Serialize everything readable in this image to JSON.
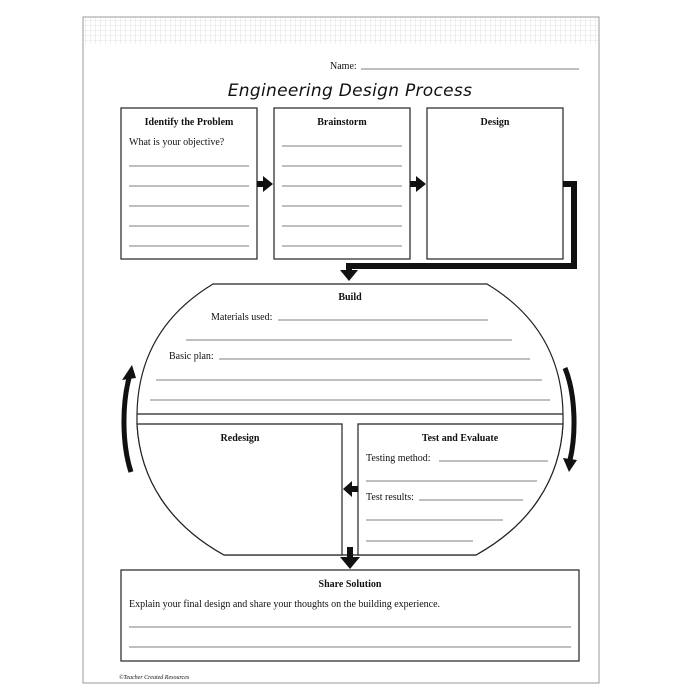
{
  "worksheet": {
    "name_label": "Name:",
    "title": "Engineering Design Process",
    "identify": {
      "heading": "Identify the Problem",
      "prompt": "What is your objective?"
    },
    "brainstorm": {
      "heading": "Brainstorm"
    },
    "design": {
      "heading": "Design"
    },
    "build": {
      "heading": "Build",
      "materials_label": "Materials used:",
      "plan_label": "Basic plan:"
    },
    "redesign": {
      "heading": "Redesign"
    },
    "test": {
      "heading": "Test and Evaluate",
      "method_label": "Testing method:",
      "results_label": "Test results:"
    },
    "share": {
      "heading": "Share Solution",
      "prompt": "Explain your final design and share your thoughts on the building experience."
    },
    "footer": "©Teacher Created Resources"
  }
}
